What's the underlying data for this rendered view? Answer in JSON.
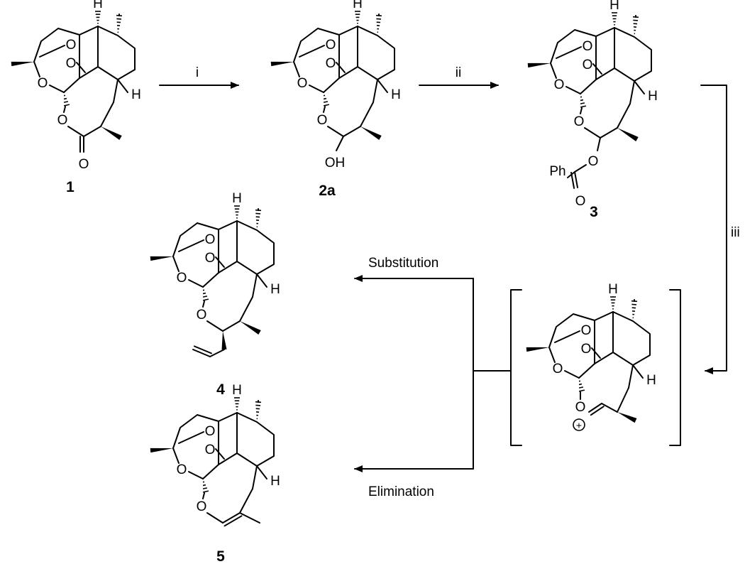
{
  "atoms": {
    "oxygen": "O",
    "hydrogen": "H",
    "hydroxyl": "OH",
    "phenyl": "Ph",
    "cation_charge": "+"
  },
  "compounds": [
    {
      "label": "1"
    },
    {
      "label": "2a"
    },
    {
      "label": "3"
    },
    {
      "label": "4"
    },
    {
      "label": "5"
    }
  ],
  "steps": {
    "step1": "i",
    "step2": "ii",
    "step3": "iii",
    "substitution": "Substitution",
    "elimination": "Elimination"
  },
  "colors": {
    "ink": "#000000",
    "background": "#ffffff"
  }
}
